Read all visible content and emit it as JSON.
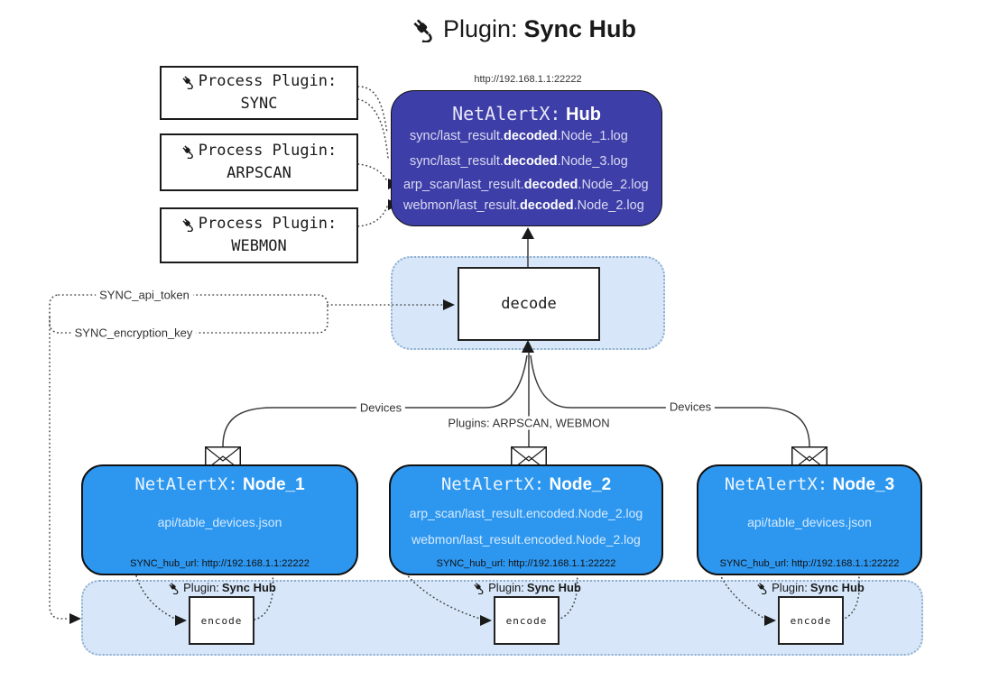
{
  "title": {
    "prefix": "Plugin:",
    "name": "Sync Hub"
  },
  "hub": {
    "url": "http://192.168.1.1:22222",
    "prefix": "NetAlertX:",
    "name": "Hub",
    "lines": [
      {
        "pre": "sync/last_result.",
        "bold": "decoded",
        "post": ".Node_1.log"
      },
      {
        "pre": "sync/last_result.",
        "bold": "decoded",
        "post": ".Node_3.log"
      },
      {
        "pre": "arp_scan/last_result.",
        "bold": "decoded",
        "post": ".Node_2.log"
      },
      {
        "pre": "webmon/last_result.",
        "bold": "decoded",
        "post": ".Node_2.log"
      }
    ]
  },
  "process_plugins": [
    {
      "label": "Process Plugin:",
      "name": "SYNC"
    },
    {
      "label": "Process Plugin:",
      "name": "ARPSCAN"
    },
    {
      "label": "Process Plugin:",
      "name": "WEBMON"
    }
  ],
  "decode_label": "decode",
  "config": {
    "api_token": "SYNC_api_token",
    "encryption_key": "SYNC_encryption_key"
  },
  "edge_labels": {
    "devices_left": "Devices",
    "plugins": "Plugins: ARPSCAN, WEBMON",
    "devices_right": "Devices"
  },
  "nodes": [
    {
      "prefix": "NetAlertX:",
      "name": "Node_1",
      "files": [
        "api/table_devices.json"
      ],
      "hub_url": "SYNC_hub_url: http://192.168.1.1:22222"
    },
    {
      "prefix": "NetAlertX:",
      "name": "Node_2",
      "files": [
        "arp_scan/last_result.encoded.Node_2.log",
        "webmon/last_result.encoded.Node_2.log"
      ],
      "hub_url": "SYNC_hub_url: http://192.168.1.1:22222"
    },
    {
      "prefix": "NetAlertX:",
      "name": "Node_3",
      "files": [
        "api/table_devices.json"
      ],
      "hub_url": "SYNC_hub_url: http://192.168.1.1:22222"
    }
  ],
  "encode": {
    "plugin_prefix": "Plugin:",
    "plugin_name": "Sync Hub",
    "label": "encode"
  },
  "colors": {
    "hub_fill": "#3E3EA8",
    "node_fill": "#2D97F0",
    "panel_fill": "#D7E7F9",
    "panel_border": "#8FAECE",
    "line": "#3B3B3B"
  }
}
